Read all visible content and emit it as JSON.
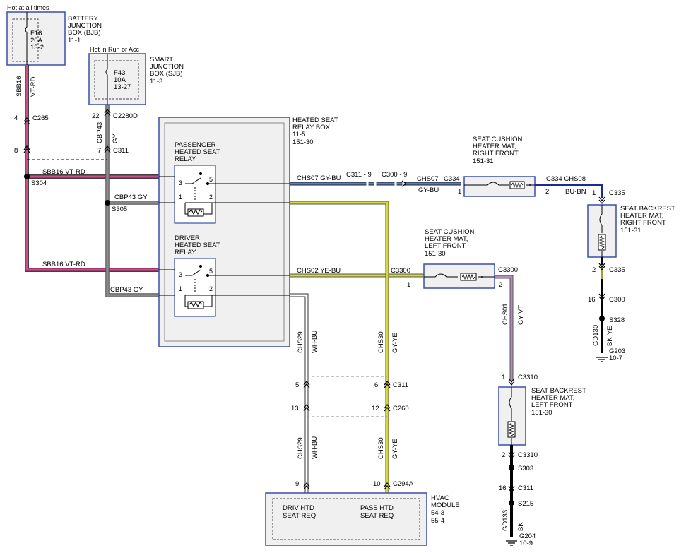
{
  "power": {
    "hot_at_all_times": "Hot at all times",
    "hot_in_run": "Hot in Run or Acc"
  },
  "bjb": {
    "fuse": "F16",
    "amps": "20A",
    "ref": "13-2",
    "name1": "BATTERY",
    "name2": "JUNCTION",
    "name3": "BOX (BJB)",
    "page": "11-1"
  },
  "sjb": {
    "fuse": "F43",
    "amps": "10A",
    "ref": "13-27",
    "name1": "SMART",
    "name2": "JUNCTION",
    "name3": "BOX (SJB)",
    "page": "11-3"
  },
  "relay_box": {
    "name1": "HEATED SEAT",
    "name2": "RELAY BOX",
    "page1": "11-5",
    "page2": "151-30",
    "passenger_relay": [
      "PASSENGER",
      "HEATED SEAT",
      "RELAY"
    ],
    "driver_relay": [
      "DRIVER",
      "HEATED SEAT",
      "RELAY"
    ],
    "pins": {
      "p3": "3",
      "p5": "5",
      "p1": "1",
      "p2": "2"
    }
  },
  "circuits": {
    "sbb16": "SBB16",
    "vtrd": "VT-RD",
    "sbb16_vtrd": "SBB16   VT-RD",
    "cbp43": "CBP43",
    "gy": "GY",
    "cbp43_gy": "CBP43   GY",
    "chs07_gybu": "CHS07  GY-BU",
    "chs07": "CHS07",
    "gybu": "GY-BU",
    "chs08": "C334  CHS08",
    "buben": "BU-BN",
    "chs02_yebu": "CHS02  YE-BU",
    "chs01": "CHS01",
    "gyvt": "GY-VT",
    "chs29": "CHS29",
    "whbu": "WH-BU",
    "chs30": "CHS30",
    "gyye": "GY-YE",
    "gd130": "GD130",
    "bkye": "BK-YE",
    "gd133": "GD133",
    "bk": "BK"
  },
  "connectors": {
    "c265": "C265",
    "c265_pin": "4",
    "c2280d": "C2280D",
    "c2280d_pin": "22",
    "c311a": "C311",
    "c311a_pin_l": "8",
    "c311a_pin_r": "7",
    "s304": "S304",
    "s305": "S305",
    "c311_9": "C311 - 9",
    "c300_9": "C300 - 9",
    "c334": "C334",
    "c334_pin1": "1",
    "c334_pin2": "2",
    "c335_top": "C335",
    "c335_bot": "C335",
    "c335_pin1": "1",
    "c335_pin2": "2",
    "c300": "C300",
    "c300_pin": "16",
    "s328": "S328",
    "c3300_l": "C3300",
    "c3300_r": "C3300",
    "c3300_pin1": "1",
    "c3300_pin2": "2",
    "c3310_top": "C3310",
    "c3310_bot": "C3310",
    "c3310_pin1": "1",
    "c3310_pin2": "2",
    "s303": "S303",
    "c311b": "C311",
    "c311b_pin": "16",
    "s215": "S215",
    "c311c": "C311",
    "c311c_pin5": "5",
    "c311c_pin6": "6",
    "c260": "C260",
    "c260_pin13": "13",
    "c260_pin12": "12",
    "c294a": "C294A",
    "c294a_pin9": "9",
    "c294a_pin10": "10",
    "g203": "G203",
    "g203_page": "10-7",
    "g204": "G204",
    "g204_page": "10-9"
  },
  "heaters": {
    "rf_cushion": [
      "SEAT CUSHION",
      "HEATER MAT,",
      "RIGHT FRONT",
      "151-31"
    ],
    "rf_back": [
      "SEAT BACKREST",
      "HEATER MAT,",
      "RIGHT FRONT",
      "151-31"
    ],
    "lf_cushion": [
      "SEAT CUSHION",
      "HEATER MAT,",
      "LEFT FRONT",
      "151-30"
    ],
    "lf_back": [
      "SEAT BACKREST",
      "HEATER MAT,",
      "LEFT FRONT",
      "151-30"
    ]
  },
  "hvac": {
    "name1": "HVAC",
    "name2": "MODULE",
    "page1": "54-3",
    "page2": "55-4",
    "driv1": "DRIV HTD",
    "driv2": "SEAT REQ",
    "pass1": "PASS HTD",
    "pass2": "SEAT REQ"
  },
  "colors": {
    "violet_red_wire": "#d14c8c",
    "gray_wire": "#7a7a7a",
    "gray_blue_wire": "#4a6fa8",
    "yellow_wire": "#d8d640",
    "blue_brown_wire": "#2a3fb8",
    "gray_violet_wire": "#a070a8",
    "white_blue_wire": "#b8c4e0",
    "black_wire": "#111111",
    "box_outline": "#3a4fa8",
    "box_fill": "#f0f0f0"
  }
}
